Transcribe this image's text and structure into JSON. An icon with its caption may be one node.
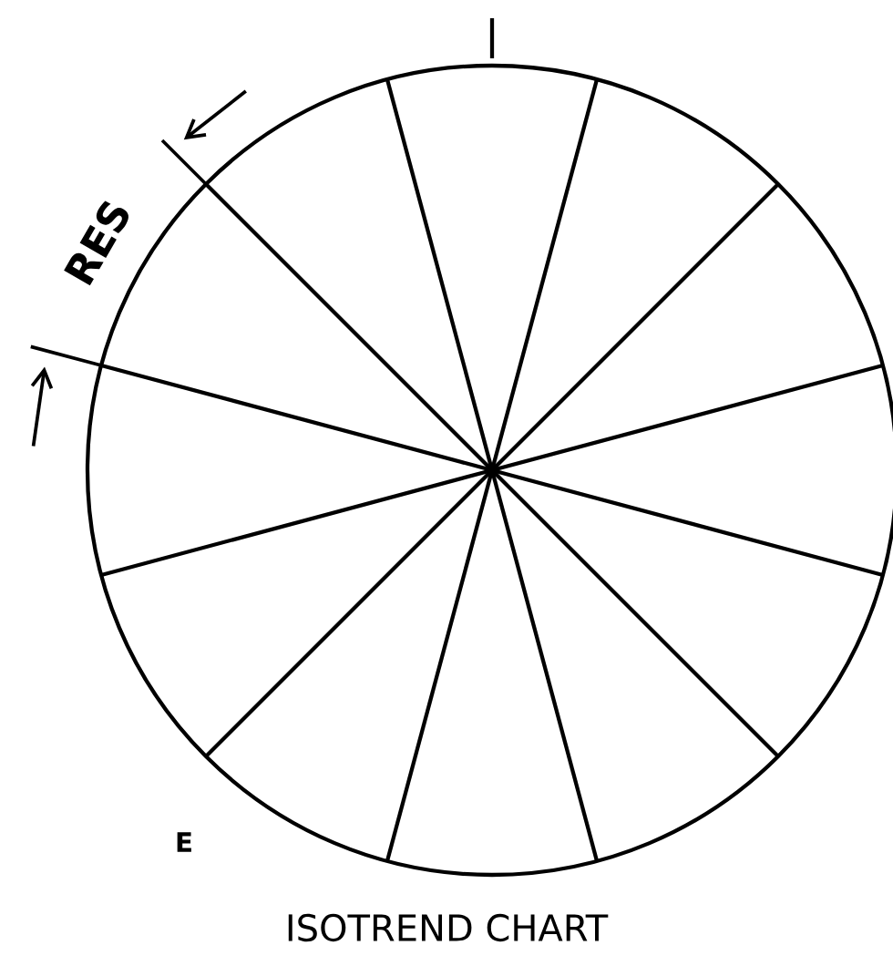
{
  "diagram": {
    "title": "ISOTREND CHART",
    "labels": [
      "RES",
      "E"
    ]
  }
}
